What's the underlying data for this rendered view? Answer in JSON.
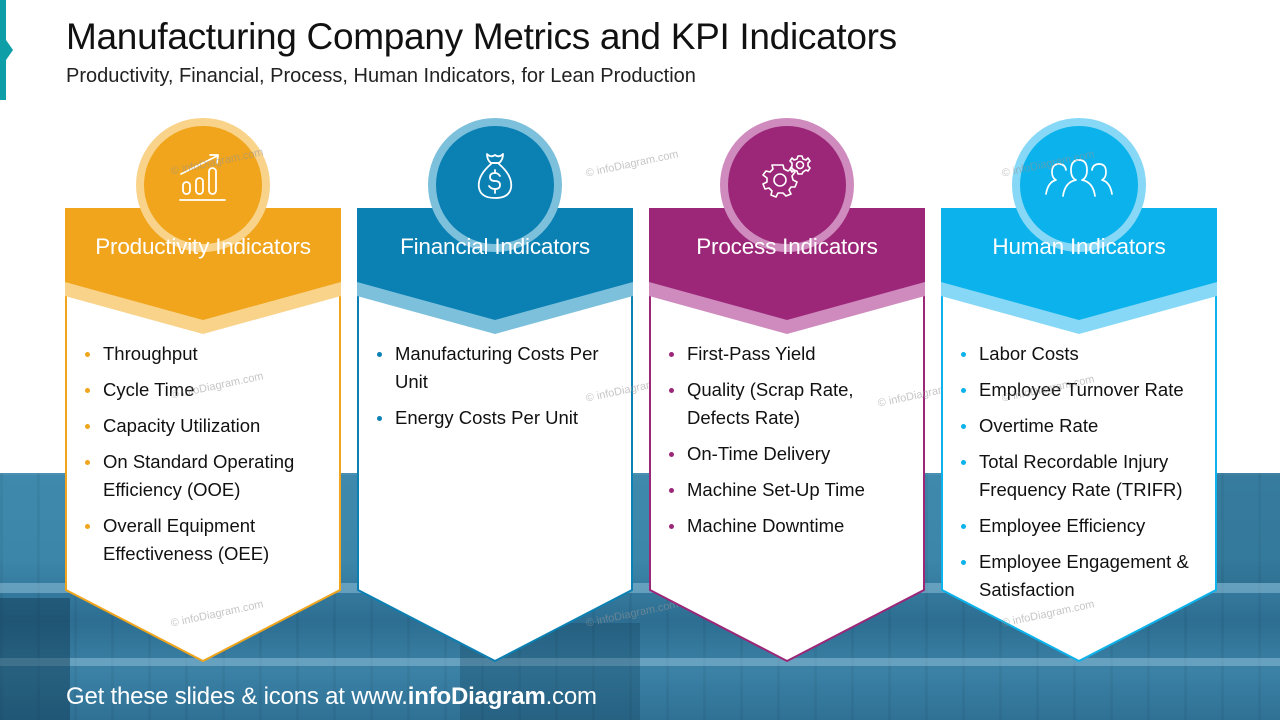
{
  "header": {
    "title": "Manufacturing Company Metrics and KPI Indicators",
    "subtitle": "Productivity, Financial, Process, Human Indicators, for Lean Production"
  },
  "footer": {
    "prefix": "Get these slides & icons at www.",
    "brand": "infoDiagram",
    "suffix": ".com"
  },
  "watermark": "© infoDiagram.com",
  "colors": {
    "accent_bar": "#0e9ea8",
    "productivity": "#f0a51c",
    "productivity_light": "#f9d38a",
    "financial": "#0b80b3",
    "financial_light": "#7cc0dc",
    "process": "#9c2779",
    "process_light": "#cf8bbd",
    "human": "#0bb2eb",
    "human_light": "#86d8f6"
  },
  "cards": [
    {
      "title": "Productivity Indicators",
      "icon": "growth-chart-icon",
      "items": [
        "Throughput",
        "Cycle Time",
        "Capacity Utilization",
        "On Standard Operating Efficiency (OOE)",
        "Overall Equipment Effectiveness (OEE)"
      ]
    },
    {
      "title": "Financial Indicators",
      "icon": "money-bag-icon",
      "items": [
        "Manufacturing Costs Per Unit",
        "Energy Costs Per Unit"
      ]
    },
    {
      "title": "Process Indicators",
      "icon": "gears-icon",
      "items": [
        "First-Pass Yield",
        "Quality (Scrap Rate, Defects Rate)",
        "On-Time Delivery",
        "Machine Set-Up Time",
        "Machine Downtime"
      ]
    },
    {
      "title": "Human Indicators",
      "icon": "people-group-icon",
      "items": [
        "Labor Costs",
        "Employee Turnover Rate",
        "Overtime Rate",
        "Total Recordable Injury Frequency Rate (TRIFR)",
        "Employee Efficiency",
        "Employee Engagement & Satisfaction"
      ]
    }
  ]
}
